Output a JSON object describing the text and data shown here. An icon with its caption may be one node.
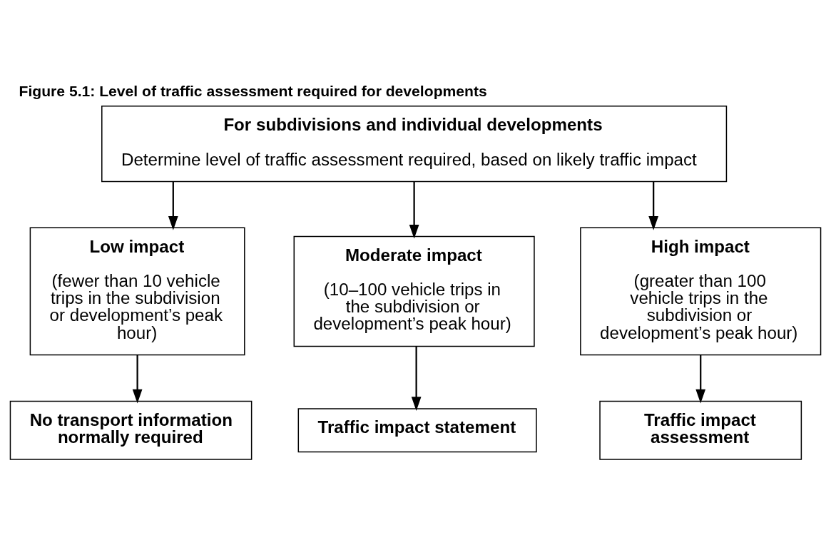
{
  "diagram": {
    "title": "Figure 5.1: Level of traffic assessment required for developments",
    "nodes": [
      {
        "text": [
          "For subdivisions and individual developments",
          "Determine level of traffic assessment required, based on likely traffic impact"
        ]
      },
      {
        "text": [
          "Low impact",
          "(fewer than 10 vehicle trips in the subdivision or development’s peak hour)"
        ]
      },
      {
        "text": [
          "Moderate impact",
          "(10–100 vehicle trips in the subdivision or development’s peak hour)"
        ]
      },
      {
        "text": [
          "High impact",
          "(greater than 100 vehicle trips in the subdivision or development’s peak hour)"
        ]
      },
      {
        "text": [
          "No transport information normally required"
        ]
      },
      {
        "text": [
          "Traffic impact statement"
        ]
      },
      {
        "text": [
          "Traffic impact assessment"
        ]
      }
    ],
    "edges": [
      {
        "from": 0,
        "to": 1,
        "arrow": "to"
      },
      {
        "from": 0,
        "to": 2,
        "arrow": "to"
      },
      {
        "from": 0,
        "to": 3,
        "arrow": "to"
      },
      {
        "from": 1,
        "to": 4,
        "arrow": "to"
      },
      {
        "from": 2,
        "to": 5,
        "arrow": "to"
      },
      {
        "from": 3,
        "to": 6,
        "arrow": "to"
      }
    ]
  }
}
